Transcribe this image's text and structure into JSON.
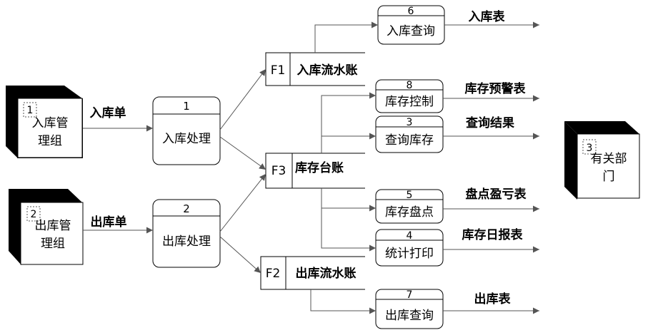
{
  "entities": [
    {
      "num": "1",
      "name_line1": "入库管",
      "name_line2": "理组"
    },
    {
      "num": "2",
      "name_line1": "出库管",
      "name_line2": "理组"
    },
    {
      "num": "3",
      "name_line1": "有关部",
      "name_line2": "门"
    }
  ],
  "processes": [
    {
      "num": "1",
      "label": "入库处理"
    },
    {
      "num": "2",
      "label": "出库处理"
    },
    {
      "num": "6",
      "label": "入库查询"
    },
    {
      "num": "8",
      "label": "库存控制"
    },
    {
      "num": "3",
      "label": "查询库存"
    },
    {
      "num": "5",
      "label": "库存盘点"
    },
    {
      "num": "4",
      "label": "统计打印"
    },
    {
      "num": "7",
      "label": "出库查询"
    }
  ],
  "stores": [
    {
      "id": "F1",
      "name": "入库流水账"
    },
    {
      "id": "F3",
      "name": "库存台账"
    },
    {
      "id": "F2",
      "name": "出库流水账"
    }
  ],
  "flows": {
    "in_slip": "入库单",
    "out_slip": "出库单",
    "in_table": "入库表",
    "alert_table": "库存预警表",
    "query_result": "查询结果",
    "inventory_table": "盘点盈亏表",
    "daily_report": "库存日报表",
    "out_table": "出库表"
  }
}
